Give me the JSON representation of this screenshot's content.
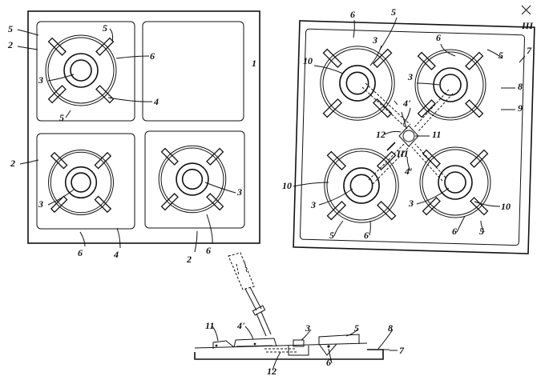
{
  "labels": {
    "l1": "1",
    "l2": "2",
    "l3": "3",
    "l4": "4",
    "l4p": "4'",
    "l5": "5",
    "l6": "6",
    "l7": "7",
    "l8": "8",
    "l9": "9",
    "l10": "10",
    "l11": "11",
    "l12": "12",
    "sectionMark": "III"
  }
}
